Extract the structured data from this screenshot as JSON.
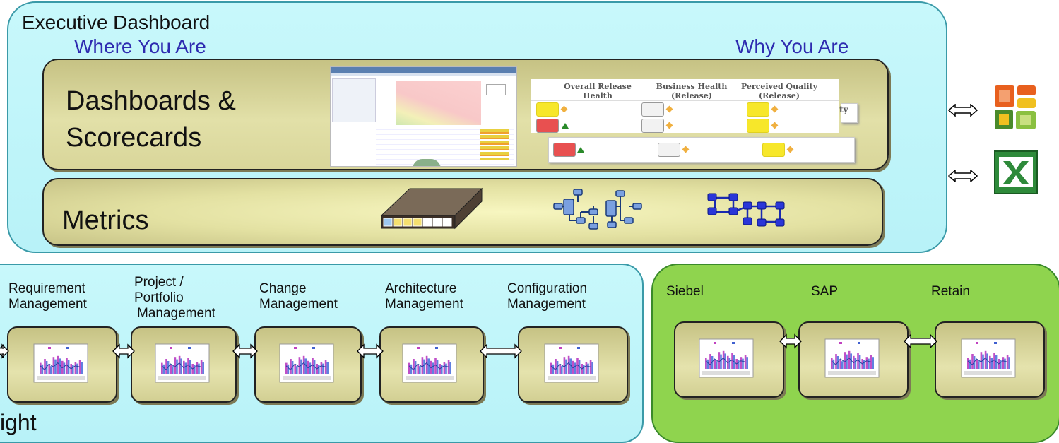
{
  "executive": {
    "title": "Executive Dashboard",
    "where_label": "Where You Are",
    "why_label": "Why You Are",
    "dashboards_label_line1": "Dashboards &",
    "dashboards_label_line2": "Scorecards",
    "metrics_label": "Metrics",
    "scorecard": {
      "headers": [
        "Overall Release Health",
        "Business Health (Release)",
        "Perceived Quality (Release)"
      ],
      "partial_header": "ty"
    }
  },
  "insight": {
    "partial_label": "ight",
    "categories": [
      {
        "line1": "Requirement",
        "line2": "Management",
        "line3": ""
      },
      {
        "line1": "Project /",
        "line2": "Portfolio",
        "line3": "Management"
      },
      {
        "line1": "Change",
        "line2": "Management",
        "line3": ""
      },
      {
        "line1": "Architecture",
        "line2": "Management",
        "line3": ""
      },
      {
        "line1": "Configuration",
        "line2": "Management",
        "line3": ""
      }
    ]
  },
  "external": {
    "systems": [
      "Siebel",
      "SAP",
      "Retain"
    ]
  },
  "icons": {
    "office": "office-logo-icon",
    "excel": "excel-logo-icon",
    "bidirectional": "double-arrow-icon"
  },
  "colors": {
    "panel_cyan": "#c0f5fa",
    "panel_green": "#8fd44e",
    "olive": "#d6d398",
    "label_blue": "#2e2bb0",
    "red_status": "#e85050",
    "yellow_status": "#f7e72a",
    "diamond_orange": "#f0b040",
    "triangle_green": "#2a8a2a"
  }
}
